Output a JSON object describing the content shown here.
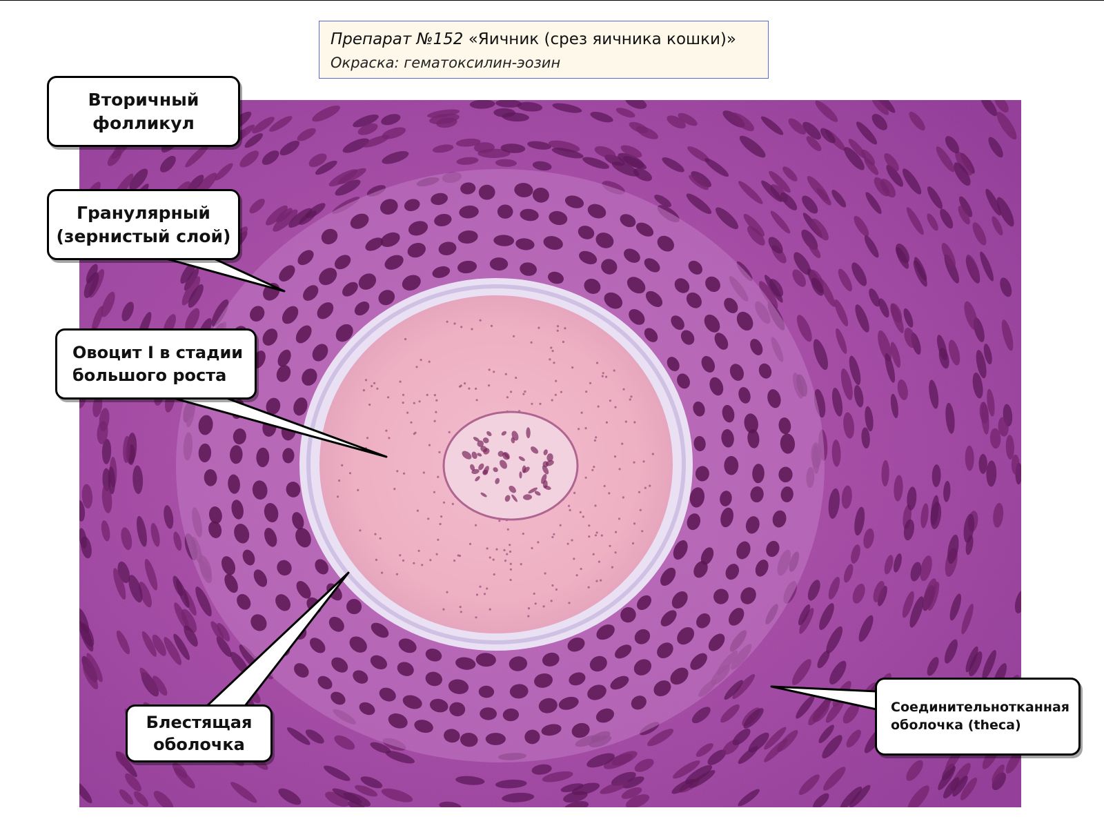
{
  "header": {
    "prep_label": "Препарат №152",
    "prep_name": "«Яичник (срез яичника кошки)»",
    "stain": "Окраска: гематоксилин-эозин"
  },
  "labels": {
    "secondary_follicle": "Вторичный\nфолликул",
    "granular_layer": "Гранулярный\n(зернистый слой)",
    "oocyte": "Овоцит I в стадии\nбольшого роста",
    "zona_pellucida": "Блестящая\nоболочка",
    "theca": "Соединительнотканная\nоболочка (theca)"
  },
  "colors": {
    "stroma": "#9a3f9e",
    "nuclei": "#5a1552",
    "zona": "#e8e0f2",
    "cytoplasm": "#efb0c4",
    "title_border": "#5a6bd8",
    "title_bg": "#fdf8ea"
  }
}
